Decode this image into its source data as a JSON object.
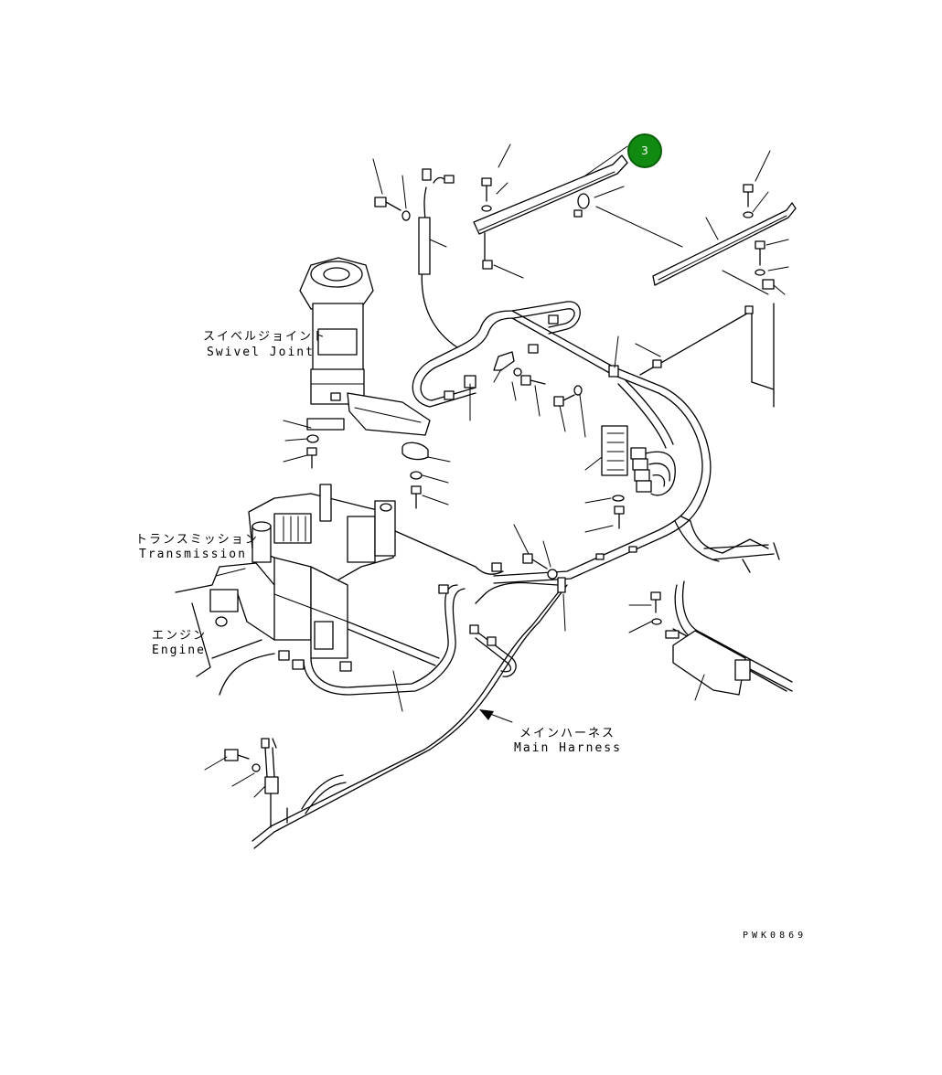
{
  "callout": {
    "number": "3",
    "color": "#118a11"
  },
  "labels": {
    "swivel_joint": {
      "jp": "スイベルジョイント",
      "en": "Swivel Joint"
    },
    "transmission": {
      "jp": "トランスミッション",
      "en": "Transmission"
    },
    "engine": {
      "jp": "エンジン",
      "en": "Engine"
    },
    "main_harness": {
      "jp": "メインハーネス",
      "en": "Main Harness"
    }
  },
  "drawing_code": "PWK0869"
}
